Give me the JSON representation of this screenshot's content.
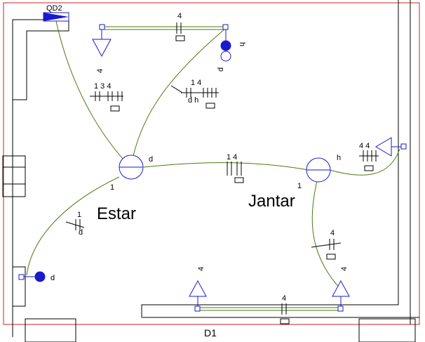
{
  "panel": {
    "label": "QD2"
  },
  "rooms": [
    {
      "id": "estar",
      "name": "Estar"
    },
    {
      "id": "jantar",
      "name": "Jantar"
    }
  ],
  "door": {
    "label": "D1"
  },
  "lamps": [
    {
      "id": "lamp-estar",
      "switch_ref": "d",
      "circuit": "1"
    },
    {
      "id": "lamp-jantar",
      "switch_ref": "h",
      "circuit": "1"
    }
  ],
  "switches": [
    {
      "id": "switch-top",
      "refs": [
        "h",
        "d"
      ]
    },
    {
      "id": "switch-lower-left",
      "ref": "d"
    }
  ],
  "outlets": [
    {
      "id": "outlet-top",
      "circuit": "4"
    },
    {
      "id": "outlet-right",
      "circuit": ""
    },
    {
      "id": "outlet-bottom-left",
      "circuit": "4"
    },
    {
      "id": "outlet-bottom-right",
      "circuit": "4"
    }
  ],
  "conduit_labels": [
    {
      "id": "cl-top-run",
      "top": "4",
      "bottom": ""
    },
    {
      "id": "cl-left-diag",
      "top": "1 3 4",
      "bottom": ""
    },
    {
      "id": "cl-right-diag",
      "top": "1 4",
      "bottom": "d h"
    },
    {
      "id": "cl-between-lamps",
      "top": "1 4",
      "bottom": ""
    },
    {
      "id": "cl-right-wall",
      "top": "4 4",
      "bottom": ""
    },
    {
      "id": "cl-lower-left",
      "top": "1",
      "bottom": "d"
    },
    {
      "id": "cl-jantar-down",
      "top": "4",
      "bottom": ""
    },
    {
      "id": "cl-bottom-run",
      "top": "4",
      "bottom": ""
    }
  ]
}
